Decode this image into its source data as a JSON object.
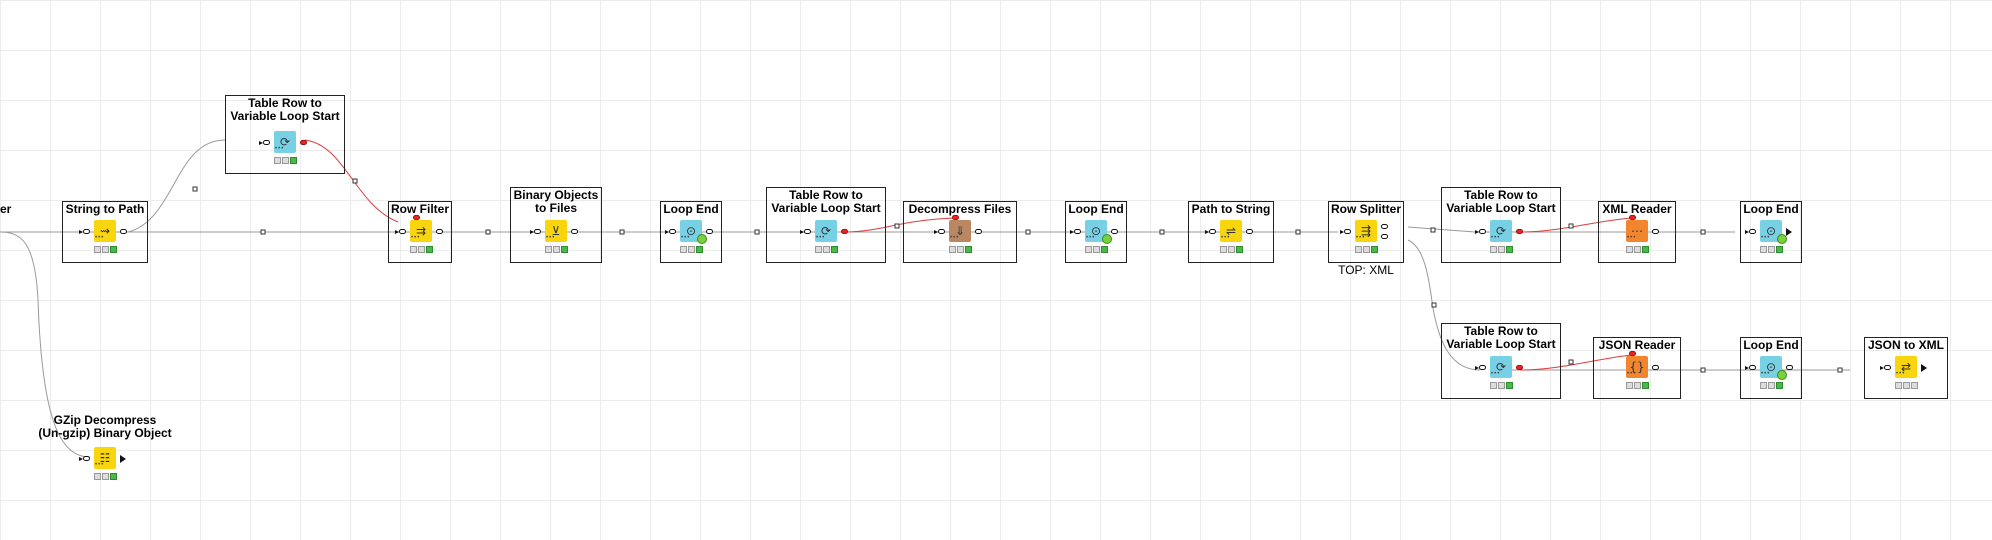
{
  "canvas": {
    "grid": "on",
    "background": "#ffffff",
    "grid_color": "#ececec"
  },
  "colors": {
    "manipulator": "#f8d50c",
    "loop": "#78d0e4",
    "reader": "#f2862e",
    "other": "#b98862",
    "flow_variable_port": "#e22222",
    "executed_status": "#4cb84c"
  },
  "clipped_label": "er",
  "nodes": [
    {
      "id": "string-to-path",
      "label": "String to Path",
      "type": "manipulator",
      "icon": "path-icon",
      "glyph": "⇝"
    },
    {
      "id": "table-row-loop-1",
      "label": "Table Row to\nVariable Loop Start",
      "type": "loop",
      "icon": "loop-start-icon",
      "glyph": "⟳"
    },
    {
      "id": "row-filter",
      "label": "Row Filter",
      "type": "manipulator",
      "icon": "filter-icon",
      "glyph": "⇉"
    },
    {
      "id": "binary-to-files",
      "label": "Binary Objects\nto Files",
      "type": "manipulator",
      "icon": "binary-files-icon",
      "glyph": "⊻"
    },
    {
      "id": "loop-end-1",
      "label": "Loop End",
      "type": "loop",
      "icon": "loop-end-icon",
      "glyph": "⊙"
    },
    {
      "id": "table-row-loop-2",
      "label": "Table Row to\nVariable Loop Start",
      "type": "loop",
      "icon": "loop-start-icon",
      "glyph": "⟳"
    },
    {
      "id": "decompress-files",
      "label": "Decompress Files",
      "type": "other",
      "icon": "decompress-icon",
      "glyph": "⇓"
    },
    {
      "id": "loop-end-2",
      "label": "Loop End",
      "type": "loop",
      "icon": "loop-end-icon",
      "glyph": "⊙"
    },
    {
      "id": "path-to-string",
      "label": "Path to String",
      "type": "manipulator",
      "icon": "path-string-icon",
      "glyph": "⇌"
    },
    {
      "id": "row-splitter",
      "label": "Row Splitter",
      "type": "manipulator",
      "icon": "splitter-icon",
      "glyph": "⇶"
    },
    {
      "id": "table-row-loop-3",
      "label": "Table Row to\nVariable Loop Start",
      "type": "loop",
      "icon": "loop-start-icon",
      "glyph": "⟳"
    },
    {
      "id": "xml-reader",
      "label": "XML Reader",
      "type": "reader",
      "icon": "xml-reader-icon",
      "glyph": "⋯"
    },
    {
      "id": "loop-end-3",
      "label": "Loop End",
      "type": "loop",
      "icon": "loop-end-icon",
      "glyph": "⊙"
    },
    {
      "id": "table-row-loop-4",
      "label": "Table Row to\nVariable Loop Start",
      "type": "loop",
      "icon": "loop-start-icon",
      "glyph": "⟳"
    },
    {
      "id": "json-reader",
      "label": "JSON Reader",
      "type": "reader",
      "icon": "json-reader-icon",
      "glyph": "{}"
    },
    {
      "id": "loop-end-4",
      "label": "Loop End",
      "type": "loop",
      "icon": "loop-end-icon",
      "glyph": "⊙"
    },
    {
      "id": "json-to-xml",
      "label": "JSON to XML",
      "type": "manipulator",
      "icon": "json-xml-icon",
      "glyph": "⇄"
    },
    {
      "id": "gzip-decompress",
      "label": "GZip Decompress\n(Un-gzip) Binary Object",
      "type": "manipulator",
      "icon": "gzip-icon",
      "glyph": "☷"
    }
  ],
  "annotations": {
    "row_splitter_note": "TOP: XML"
  }
}
